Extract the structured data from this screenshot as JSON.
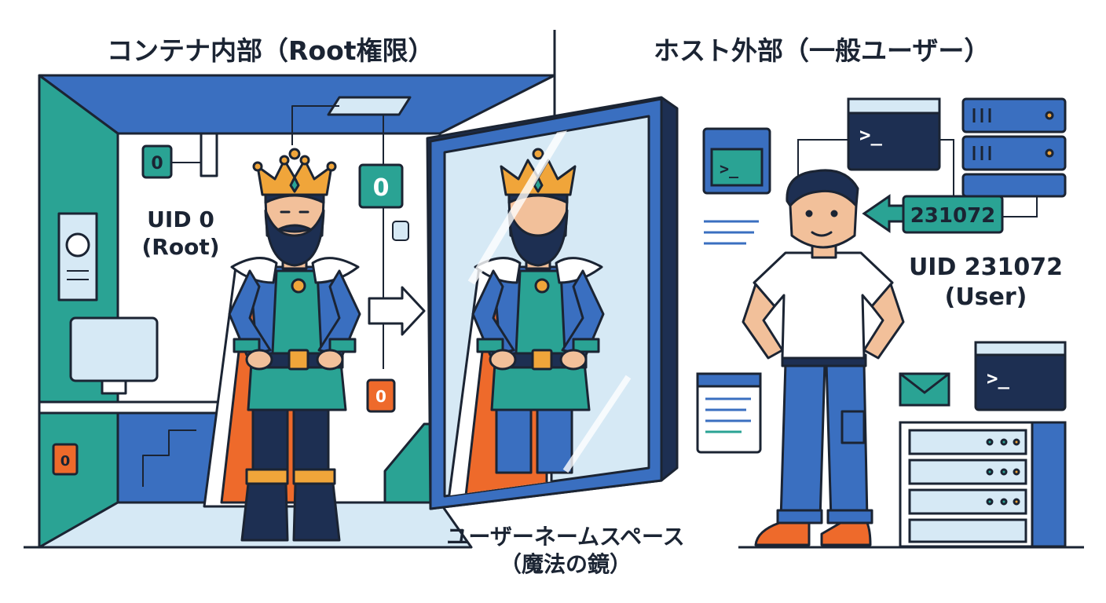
{
  "left_panel": {
    "heading": "コンテナ内部（Root権限）",
    "uid_line": "UID 0",
    "uid_role": "(Root)",
    "badge_values": [
      "0",
      "0",
      "0",
      "0"
    ]
  },
  "right_panel": {
    "heading": "ホスト外部（一般ユーザー）",
    "uid_line": "UID 231072",
    "uid_role": "(User)",
    "mapped_uid_tag": "231072",
    "terminal_prompt": ">_"
  },
  "mirror": {
    "label_line1": "ユーザーネームスペース",
    "label_line2": "（魔法の鏡）"
  },
  "colors": {
    "navy": "#1d2f52",
    "blue": "#3a6fc0",
    "teal": "#2aa394",
    "orange": "#ee6a2b",
    "gold": "#f0a53a",
    "light_blue": "#d6e9f5",
    "outline": "#1b2433"
  }
}
